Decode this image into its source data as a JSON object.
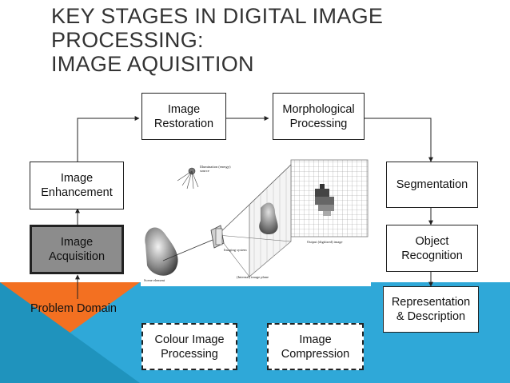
{
  "title": {
    "line1": "KEY STAGES IN DIGITAL IMAGE",
    "line2": "PROCESSING:",
    "line3": "IMAGE AQUISITION"
  },
  "stages": {
    "image_restoration": "Image\nRestoration",
    "morphological_processing": "Morphological\nProcessing",
    "image_enhancement": "Image\nEnhancement",
    "segmentation": "Segmentation",
    "image_acquisition": "Image\nAcquisition",
    "object_recognition": "Object\nRecognition",
    "representation_description": "Representation\n& Description",
    "colour_image_processing": "Colour Image\nProcessing",
    "image_compression": "Image\nCompression"
  },
  "problem_domain": "Problem Domain",
  "illustration": {
    "illumination_source": "Illumination (energy)\nsource",
    "imaging_system": "Imaging system",
    "output_image": "Output (digitized) image",
    "image_plane": "(Internal) image plane",
    "scene_element": "Scene element"
  },
  "colors": {
    "accent_blue": "#2fa8d8",
    "accent_orange": "#f37021",
    "acquisition_fill": "#8c8c8c"
  }
}
